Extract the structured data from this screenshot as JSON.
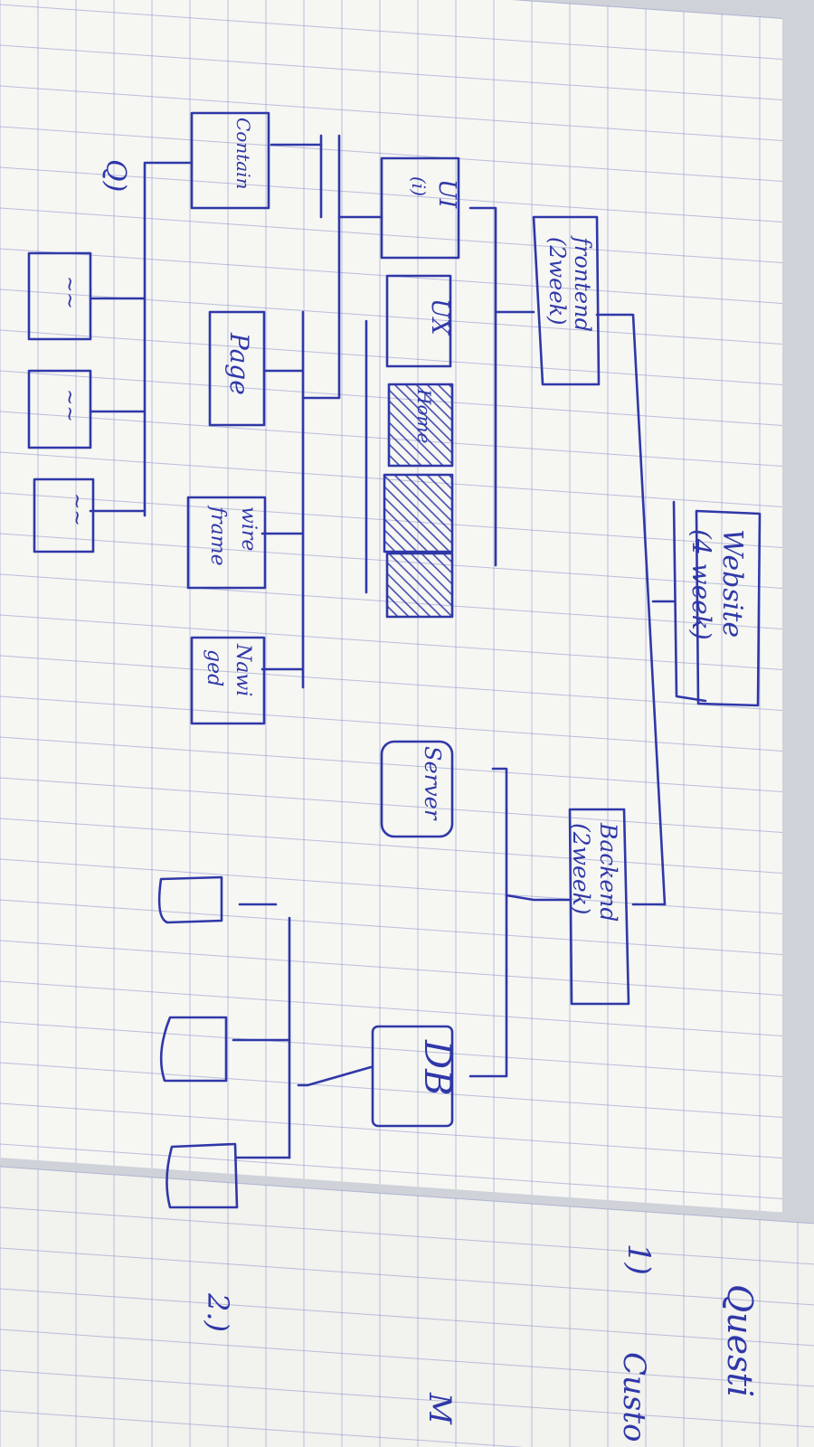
{
  "question_label": "Q)",
  "nodes": {
    "website": [
      "Website",
      "(4 week)"
    ],
    "frontend": [
      "frontend",
      "(2week)"
    ],
    "backend": [
      "Backend",
      "(2week)"
    ],
    "ui": [
      "UI",
      "(i)"
    ],
    "ux": [
      "UX"
    ],
    "home": [
      "Home"
    ],
    "contain": [
      "Contain"
    ],
    "page": [
      "Page"
    ],
    "wireframe": [
      "wire",
      "frame"
    ],
    "navigation": [
      "Nawi",
      "ged"
    ],
    "server": [
      "Server"
    ],
    "db": [
      "DB"
    ],
    "scribble": "~~"
  },
  "right_page": {
    "heading": "Questi",
    "item_1_number": "1)",
    "item_1_text": "Custo",
    "item_2_number": "2.)",
    "cut_letter": "M"
  },
  "colors": {
    "ink": "#2f38a8",
    "paper": "#f7f7f5",
    "grid": "#8a90c8",
    "margin_numbers": "#b03030"
  }
}
